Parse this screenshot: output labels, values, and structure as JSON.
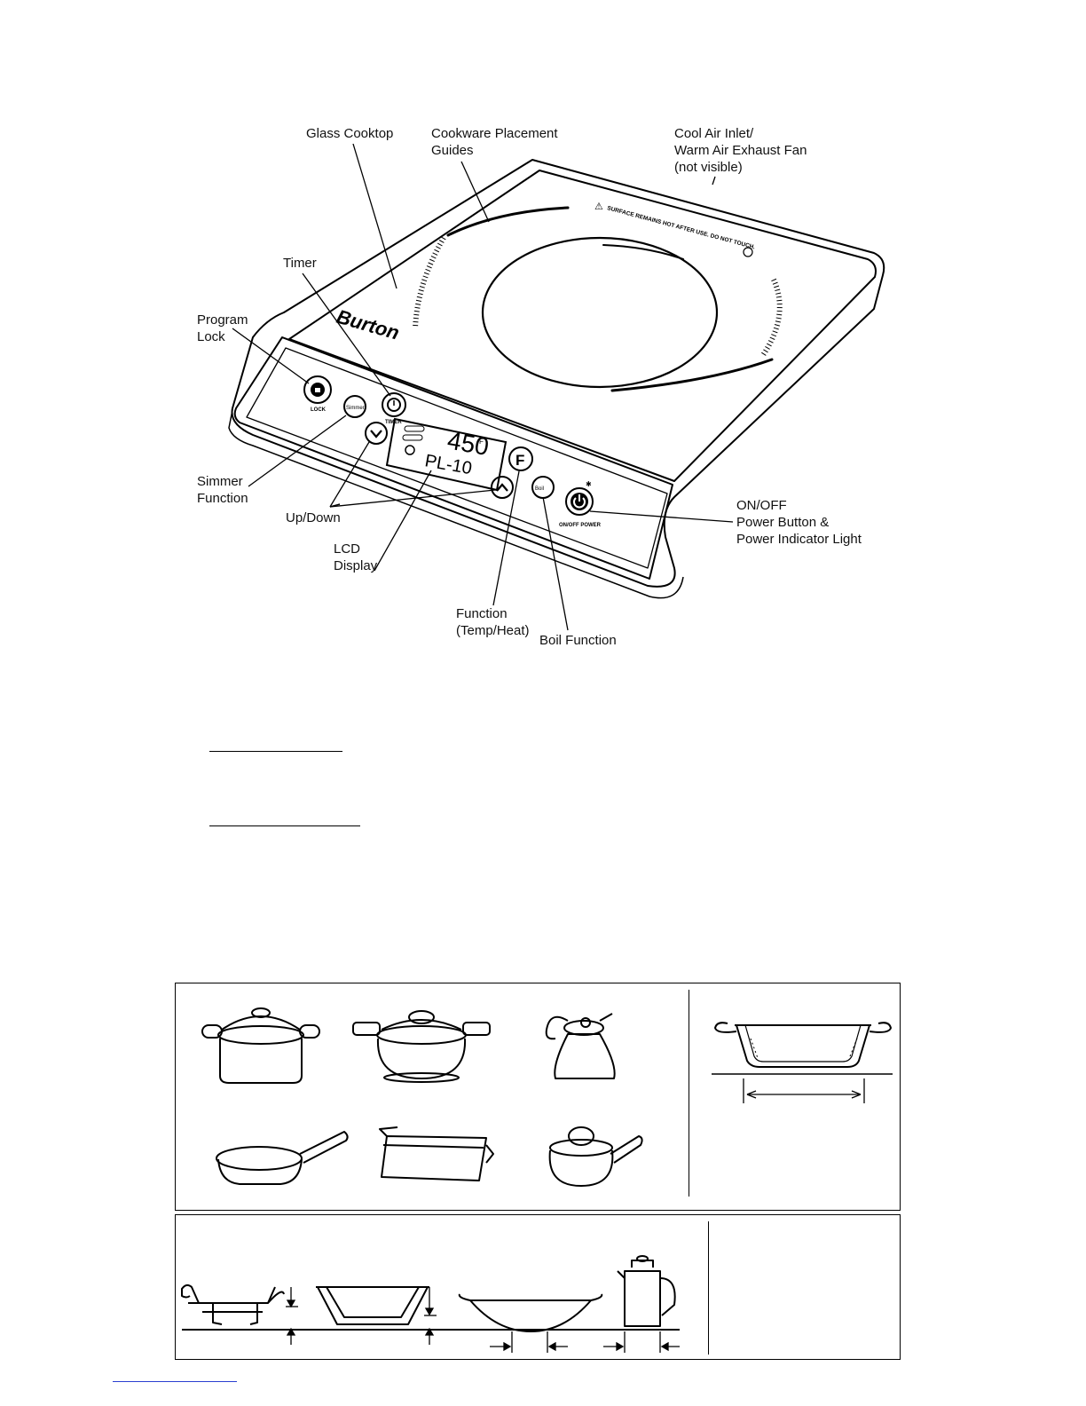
{
  "callouts": {
    "glass_cooktop": "Glass Cooktop",
    "placement_guides": [
      "Cookware Placement",
      "Guides"
    ],
    "air_inlet": [
      "Cool Air Inlet/",
      "Warm Air Exhaust Fan",
      "(not visible)"
    ],
    "timer": "Timer",
    "program_lock": [
      "Program",
      "Lock"
    ],
    "simmer": [
      "Simmer",
      "Function"
    ],
    "up_down": "Up/Down",
    "lcd": [
      "LCD",
      "Display"
    ],
    "function": [
      "Function",
      "(Temp/Heat)"
    ],
    "boil": "Boil Function",
    "power": [
      "ON/OFF",
      "Power Button &",
      "Power Indicator Light"
    ]
  },
  "device": {
    "brand": "Burton",
    "warning": "SURFACE REMAINS HOT AFTER USE. DO NOT TOUCH.",
    "lock_label": "LOCK",
    "simmer_label": "Simmer",
    "timer_label": "TIMER",
    "boil_label": "Boil",
    "function_key": "F",
    "power_label": "ON/OFF POWER",
    "lcd_temp": "450",
    "lcd_unit": "F",
    "lcd_code": "PL-10"
  },
  "icons": [
    "lock-icon",
    "timer-icon",
    "power-icon",
    "down-arrow-icon",
    "up-arrow-icon"
  ]
}
